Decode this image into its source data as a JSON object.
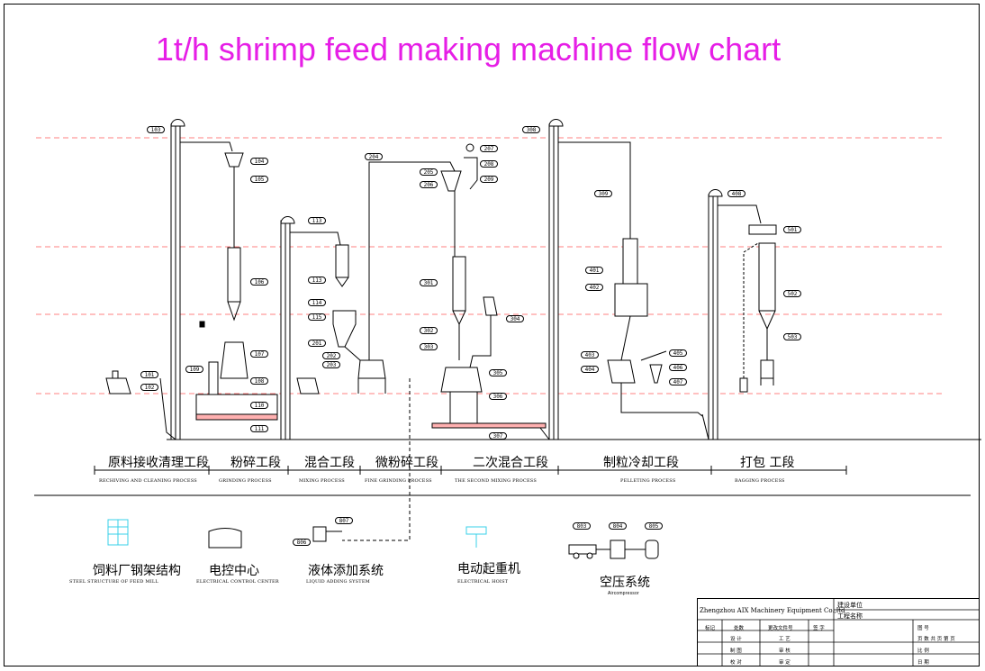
{
  "title": "1t/h shrimp feed making machine flow chart",
  "sections": [
    {
      "zh": "原料接收清理工段",
      "en": "RECHIVING AND    CLEANING PROCESS"
    },
    {
      "zh": "粉碎工段",
      "en": "GRINDING PROCESS"
    },
    {
      "zh": "混合工段",
      "en": "MIXING PROCESS"
    },
    {
      "zh": "微粉碎工段",
      "en": "FINE GRINDING PROCESS"
    },
    {
      "zh": "二次混合工段",
      "en": "THE SECOND MIXING PROCESS"
    },
    {
      "zh": "制粒冷却工段",
      "en": "PELLETING PROCESS"
    },
    {
      "zh": "打包 工段",
      "en": "BAGGING    PROCESS"
    }
  ],
  "aux": [
    {
      "zh": "饲料厂钢架结构",
      "en": "STEEL STRUCTURE OF FEED MILL"
    },
    {
      "zh": "电控中心",
      "en": "ELECTRICAL    CONTROL CENTER"
    },
    {
      "zh": "液体添加系统",
      "en": "LIQUID ADDING SYSTEM"
    },
    {
      "zh": "电动起重机",
      "en": "ELECTRICAL HOIST"
    },
    {
      "zh": "空压系统",
      "en": "Aircompressor"
    }
  ],
  "tags": [
    "103",
    "104",
    "105",
    "106",
    "107",
    "108",
    "109",
    "110",
    "111",
    "101",
    "102",
    "113",
    "113",
    "114",
    "115",
    "201",
    "202",
    "203",
    "204",
    "205",
    "206",
    "207",
    "208",
    "209",
    "301",
    "302",
    "303",
    "304",
    "305",
    "306",
    "307",
    "308",
    "309",
    "401",
    "402",
    "403",
    "404",
    "405",
    "406",
    "407",
    "408",
    "501",
    "502",
    "503",
    "806",
    "807",
    "803",
    "804",
    "805"
  ],
  "title_block": {
    "company": "Zhengzhou AIX Machinery Equipment Co.,ltd",
    "build_unit": "建设单位",
    "project_name": "工程名称",
    "col_mark": "标记",
    "col_count": "处数",
    "col_doc": "更改文件号",
    "col_sign": "签  字",
    "row1a": "设  计",
    "row1b": "工  艺",
    "row2a": "制  图",
    "row2b": "审  核",
    "row3a": "校  对",
    "row3b": "审  定",
    "drawing_no": "图   号",
    "pages": "页  数  共  页  第  页",
    "scale": "比   例",
    "date": "日   期"
  },
  "colors": {
    "title": "#e61ee6",
    "guide_line": "#ff5a5a",
    "highlight": "#ffb0b0",
    "steel": "#39d0e8"
  }
}
